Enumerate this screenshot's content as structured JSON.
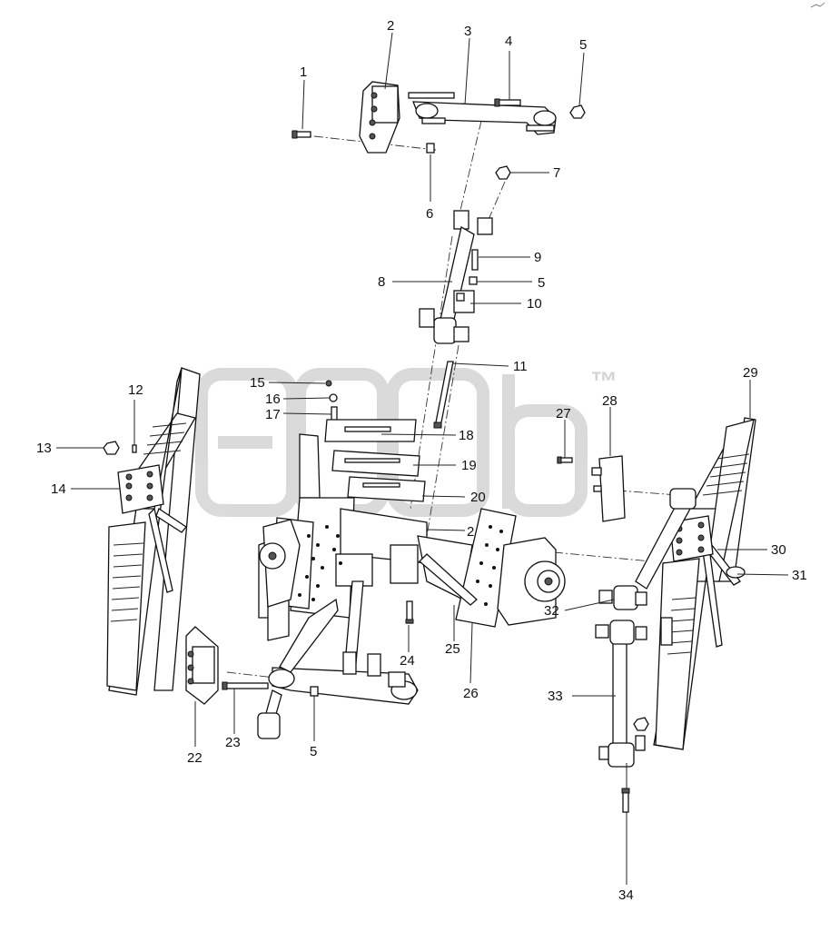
{
  "watermark": {
    "mark": "™"
  },
  "callouts": [
    {
      "id": "c1",
      "label": "1"
    },
    {
      "id": "c2",
      "label": "2"
    },
    {
      "id": "c3",
      "label": "3"
    },
    {
      "id": "c4",
      "label": "4"
    },
    {
      "id": "c5a",
      "label": "5"
    },
    {
      "id": "c6",
      "label": "6"
    },
    {
      "id": "c7",
      "label": "7"
    },
    {
      "id": "c8",
      "label": "8"
    },
    {
      "id": "c9",
      "label": "9"
    },
    {
      "id": "c5b",
      "label": "5"
    },
    {
      "id": "c10",
      "label": "10"
    },
    {
      "id": "c11",
      "label": "11"
    },
    {
      "id": "c12",
      "label": "12"
    },
    {
      "id": "c13",
      "label": "13"
    },
    {
      "id": "c14",
      "label": "14"
    },
    {
      "id": "c15",
      "label": "15"
    },
    {
      "id": "c16",
      "label": "16"
    },
    {
      "id": "c17",
      "label": "17"
    },
    {
      "id": "c18",
      "label": "18"
    },
    {
      "id": "c19",
      "label": "19"
    },
    {
      "id": "c20",
      "label": "20"
    },
    {
      "id": "c21",
      "label": "2"
    },
    {
      "id": "c22",
      "label": "22"
    },
    {
      "id": "c23",
      "label": "23"
    },
    {
      "id": "c5c",
      "label": "5"
    },
    {
      "id": "c24",
      "label": "24"
    },
    {
      "id": "c25",
      "label": "25"
    },
    {
      "id": "c26",
      "label": "26"
    },
    {
      "id": "c27",
      "label": "27"
    },
    {
      "id": "c28",
      "label": "28"
    },
    {
      "id": "c29",
      "label": "29"
    },
    {
      "id": "c30",
      "label": "30"
    },
    {
      "id": "c31",
      "label": "31"
    },
    {
      "id": "c32",
      "label": "32"
    },
    {
      "id": "c33",
      "label": "33"
    },
    {
      "id": "c34",
      "label": "34"
    }
  ]
}
